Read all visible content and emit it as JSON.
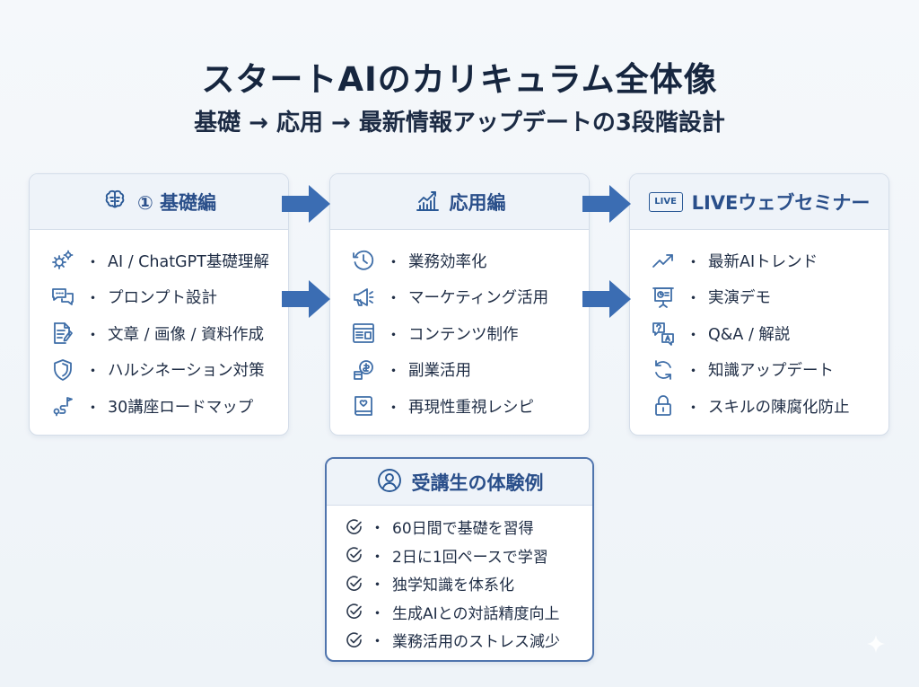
{
  "title": "スタートAIのカリキュラム全体像",
  "subtitle": "基礎 → 応用 → 最新情報アップデートの3段階設計",
  "bullet": "・",
  "colors": {
    "accent": "#2a5996",
    "arrow": "#3b6db3",
    "header_bg": "#eef3f9"
  },
  "stages": [
    {
      "heading": "① 基礎編",
      "heading_icon": "brain-icon",
      "items": [
        {
          "icon": "gears-icon",
          "label": "AI / ChatGPT基礎理解"
        },
        {
          "icon": "chat-bubbles-icon",
          "label": "プロンプト設計"
        },
        {
          "icon": "document-edit-icon",
          "label": "文章 / 画像 / 資料作成"
        },
        {
          "icon": "shield-icon",
          "label": "ハルシネーション対策"
        },
        {
          "icon": "roadmap-icon",
          "label": "30講座ロードマップ"
        }
      ]
    },
    {
      "heading": "応用編",
      "heading_icon": "bar-chart-icon",
      "items": [
        {
          "icon": "clock-icon",
          "label": "業務効率化"
        },
        {
          "icon": "megaphone-icon",
          "label": "マーケティング活用"
        },
        {
          "icon": "layout-icon",
          "label": "コンテンツ制作"
        },
        {
          "icon": "coins-icon",
          "label": "副業活用"
        },
        {
          "icon": "recipe-book-icon",
          "label": "再現性重視レシピ"
        }
      ]
    },
    {
      "heading": "LIVEウェブセミナー",
      "heading_icon_text": "LIVE",
      "heading_icon": "live-icon",
      "items": [
        {
          "icon": "trend-up-icon",
          "label": "最新AIトレンド"
        },
        {
          "icon": "presentation-icon",
          "label": "実演デモ"
        },
        {
          "icon": "qa-icon",
          "label": "Q&A / 解説"
        },
        {
          "icon": "refresh-icon",
          "label": "知識アップデート"
        },
        {
          "icon": "lock-icon",
          "label": "スキルの陳腐化防止"
        }
      ]
    }
  ],
  "experience": {
    "heading": "受講生の体験例",
    "heading_icon": "user-circle-icon",
    "items": [
      "60日間で基礎を習得",
      "2日に1回ペースで学習",
      "独学知識を体系化",
      "生成AIとの対話精度向上",
      "業務活用のストレス減少"
    ]
  }
}
